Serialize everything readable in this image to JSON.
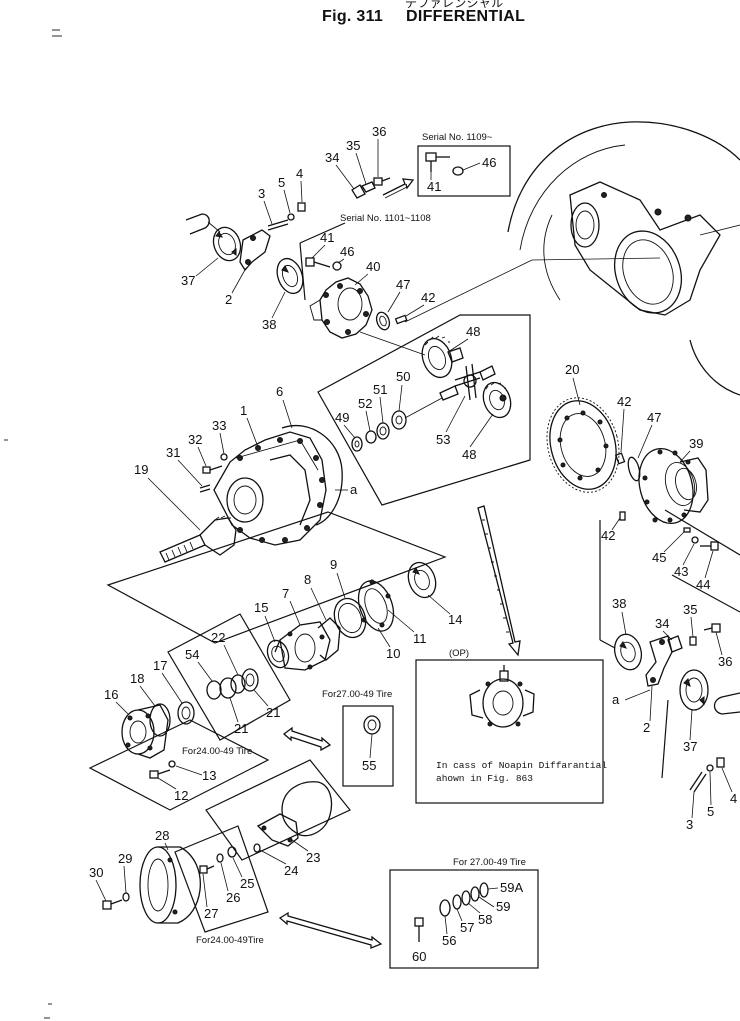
{
  "header": {
    "japanese_title": "デファレンシャル",
    "fig_label": "Fig. 311",
    "title": "DIFFERENTIAL"
  },
  "notes": {
    "serial_a": "Serial No. 1109~",
    "serial_b": "Serial No. 1101~1108",
    "for_2700_a": "For27.00-49 Tire",
    "for_2400_a": "For24.00-49 Tire",
    "for_2700_b": "For 27.00-49 Tire",
    "for_2400_b": "For24.00-49Tire",
    "op": "(OP)",
    "noaspin_1": "In cass of  Noapin Diffarantial",
    "noaspin_2": "ahown in Fig. 863",
    "callout_a": "a"
  },
  "part_numbers": {
    "p1": "1",
    "p2": "2",
    "p3": "3",
    "p4": "4",
    "p5": "5",
    "p6": "6",
    "p7": "7",
    "p8": "8",
    "p9": "9",
    "p10": "10",
    "p11": "11",
    "p12": "12",
    "p13": "13",
    "p14": "14",
    "p15": "15",
    "p16": "16",
    "p17": "17",
    "p18": "18",
    "p19": "19",
    "p20": "20",
    "p21": "21",
    "p22": "22",
    "p23": "23",
    "p24": "24",
    "p25": "25",
    "p26": "26",
    "p27": "27",
    "p28": "28",
    "p29": "29",
    "p30": "30",
    "p31": "31",
    "p32": "32",
    "p33": "33",
    "p34": "34",
    "p35": "35",
    "p36": "36",
    "p37": "37",
    "p38": "38",
    "p39": "39",
    "p40": "40",
    "p41": "41",
    "p42": "42",
    "p43": "43",
    "p44": "44",
    "p45": "45",
    "p46": "46",
    "p47": "47",
    "p48": "48",
    "p49": "49",
    "p50": "50",
    "p51": "51",
    "p52": "52",
    "p53": "53",
    "p54": "54",
    "p55": "55",
    "p56": "56",
    "p57": "57",
    "p58": "58",
    "p59": "59",
    "p59a": "59A",
    "p60": "60"
  }
}
